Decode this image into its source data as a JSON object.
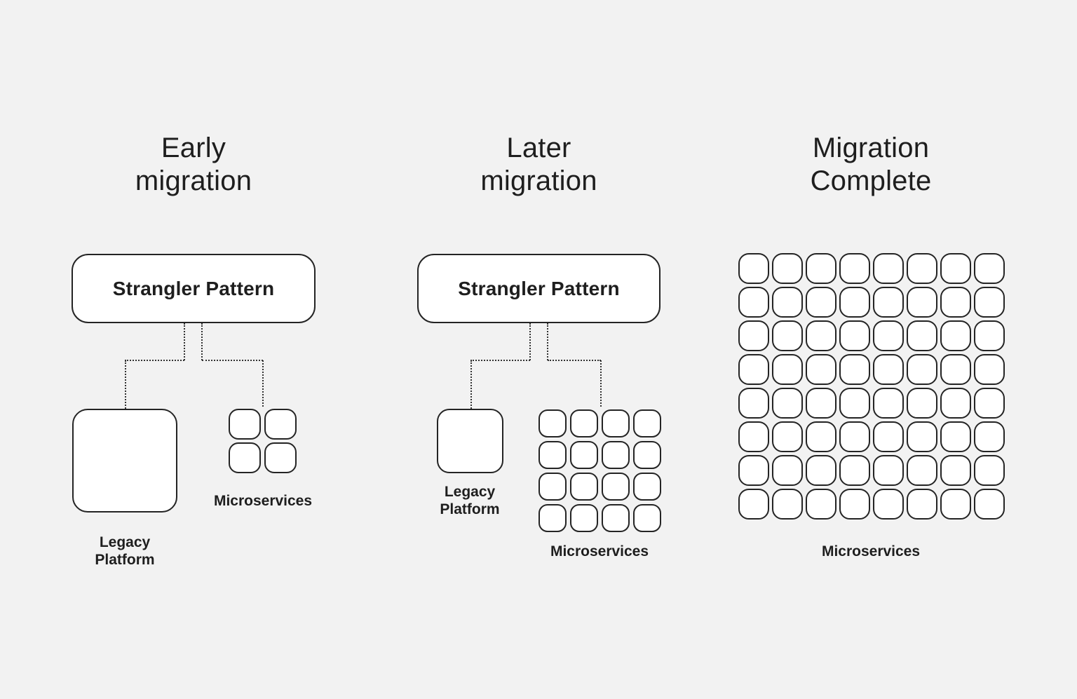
{
  "colors": {
    "background": "#f2f2f2",
    "shape_fill": "#ffffff",
    "stroke": "#242424",
    "connector": "#333333",
    "text": "#1e1e1e"
  },
  "panels": [
    {
      "title_line1": "Early",
      "title_line2": "migration",
      "strangler_box_label": "Strangler Pattern",
      "legacy_label_line1": "Legacy",
      "legacy_label_line2": "Platform",
      "microservices_label": "Microservices",
      "microservices_grid": {
        "rows": 2,
        "cols": 2
      }
    },
    {
      "title_line1": "Later",
      "title_line2": "migration",
      "strangler_box_label": "Strangler Pattern",
      "legacy_label_line1": "Legacy",
      "legacy_label_line2": "Platform",
      "microservices_label": "Microservices",
      "microservices_grid": {
        "rows": 4,
        "cols": 4
      }
    },
    {
      "title_line1": "Migration",
      "title_line2": "Complete",
      "microservices_label": "Microservices",
      "microservices_grid": {
        "rows": 8,
        "cols": 8
      }
    }
  ]
}
